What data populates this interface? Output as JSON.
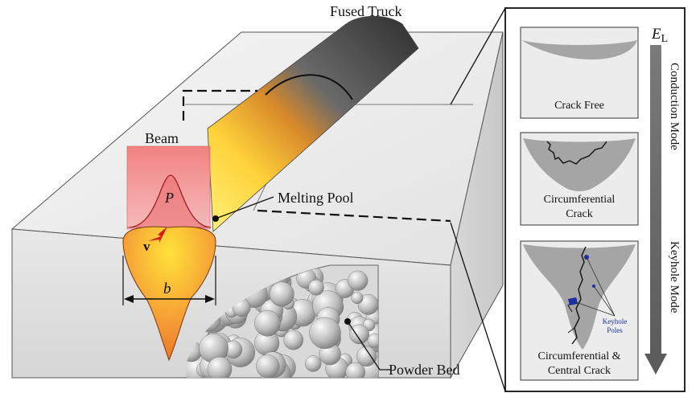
{
  "main": {
    "fused_track_label": "Fused Truck",
    "beam_label": "Beam",
    "power_symbol": "P",
    "velocity_symbol": "v",
    "width_symbol": "b",
    "melting_pool_label": "Melting Pool",
    "powder_bed_label": "Powder Bed"
  },
  "panel": {
    "energy_symbol": "E",
    "energy_subscript": "L",
    "conduction_mode_label": "Conduction Mode",
    "keyhole_mode_label": "Keyhole Mode",
    "cases": [
      {
        "title_line1": "Crack Free",
        "title_line2": ""
      },
      {
        "title_line1": "Circumferential",
        "title_line2": "Crack"
      },
      {
        "title_line1": "Circumferential &",
        "title_line2": "Central Crack"
      }
    ],
    "keyhole_label_line1": "Keyhole",
    "keyhole_label_line2": "Poles"
  },
  "colors": {
    "beam": "#f08080",
    "pool_hot": "#ffe23a",
    "pool_warm": "#f59a2c",
    "track_dark": "#3a3a3a",
    "block_top": "#ececec",
    "block_side": "#dcdcdc",
    "panel_section": "#9a9a9a",
    "keyhole_pole": "#1c2fa0"
  }
}
